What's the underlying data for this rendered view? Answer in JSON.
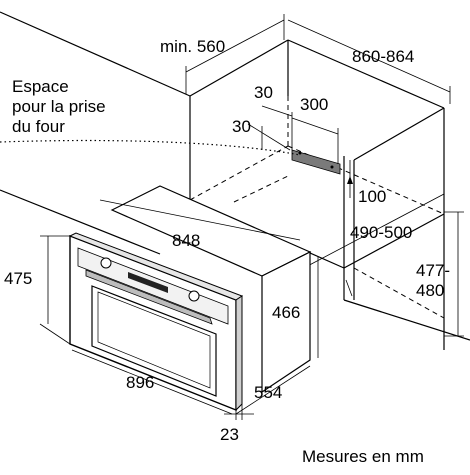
{
  "labels": {
    "outlet_note_line1": "Espace",
    "outlet_note_line2": "pour la prise",
    "outlet_note_line3": "du four",
    "units_note": "Mesures en mm"
  },
  "dimensions": {
    "niche_depth_min": "min. 560",
    "niche_width": "860-864",
    "outlet_offset_top": "30",
    "outlet_width": "300",
    "outlet_offset_side": "30",
    "outlet_height": "100",
    "niche_depth_inner": "490-500",
    "niche_height": "477-\n480",
    "niche_height_line1": "477-",
    "niche_height_line2": "480",
    "oven_body_width": "848",
    "oven_front_height": "475",
    "oven_body_height": "466",
    "oven_front_width": "896",
    "oven_depth": "554",
    "front_panel_depth": "23"
  }
}
